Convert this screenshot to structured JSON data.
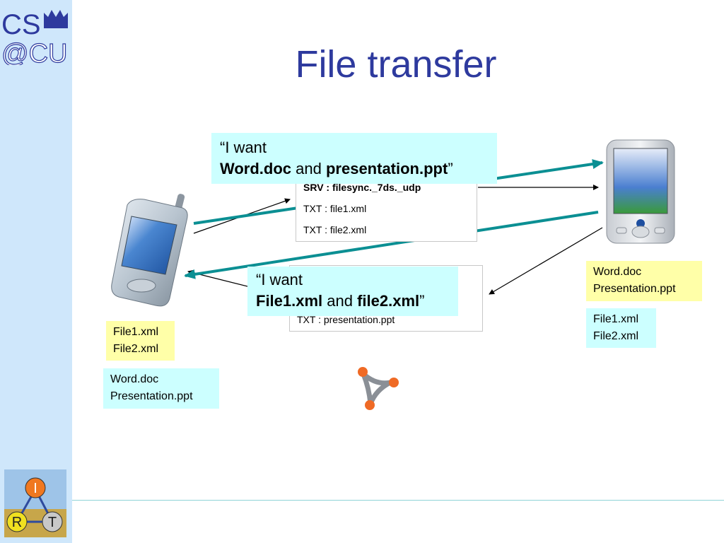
{
  "logo": {
    "top": "CS",
    "bottom": "@CU"
  },
  "title": "File transfer",
  "records_top": {
    "row1": "SRV : filesync._7ds._udp",
    "row2": "TXT : file1.xml",
    "row3": "TXT : file2.xml"
  },
  "records_bottom": {
    "row1": "TXT : presentation.ppt"
  },
  "callout_top": {
    "line1": "“I want",
    "part1": "Word.doc",
    "part2": " and ",
    "part3": "presentation.ppt",
    "part4": "”"
  },
  "callout_bottom": {
    "line1": "“I want",
    "part1": "File1.xml",
    "part2": " and ",
    "part3": "file2.xml",
    "part4": "”"
  },
  "phone_files": {
    "xml": [
      "File1.xml",
      "File2.xml"
    ],
    "docs": [
      "Word.doc",
      "Presentation.ppt"
    ]
  },
  "pda_files": {
    "docs": [
      "Word.doc",
      "Presentation.ppt"
    ],
    "xml": [
      "File1.xml",
      "File2.xml"
    ]
  },
  "iort_logo": {
    "i": "I",
    "r": "R",
    "t": "T"
  },
  "colors": {
    "arrow_teal": "#0b8f93",
    "title": "#2e3a9e",
    "yellow_box": "#ffffa8",
    "cyan_box": "#ccffff",
    "sidebar": "#cfe7fb"
  }
}
